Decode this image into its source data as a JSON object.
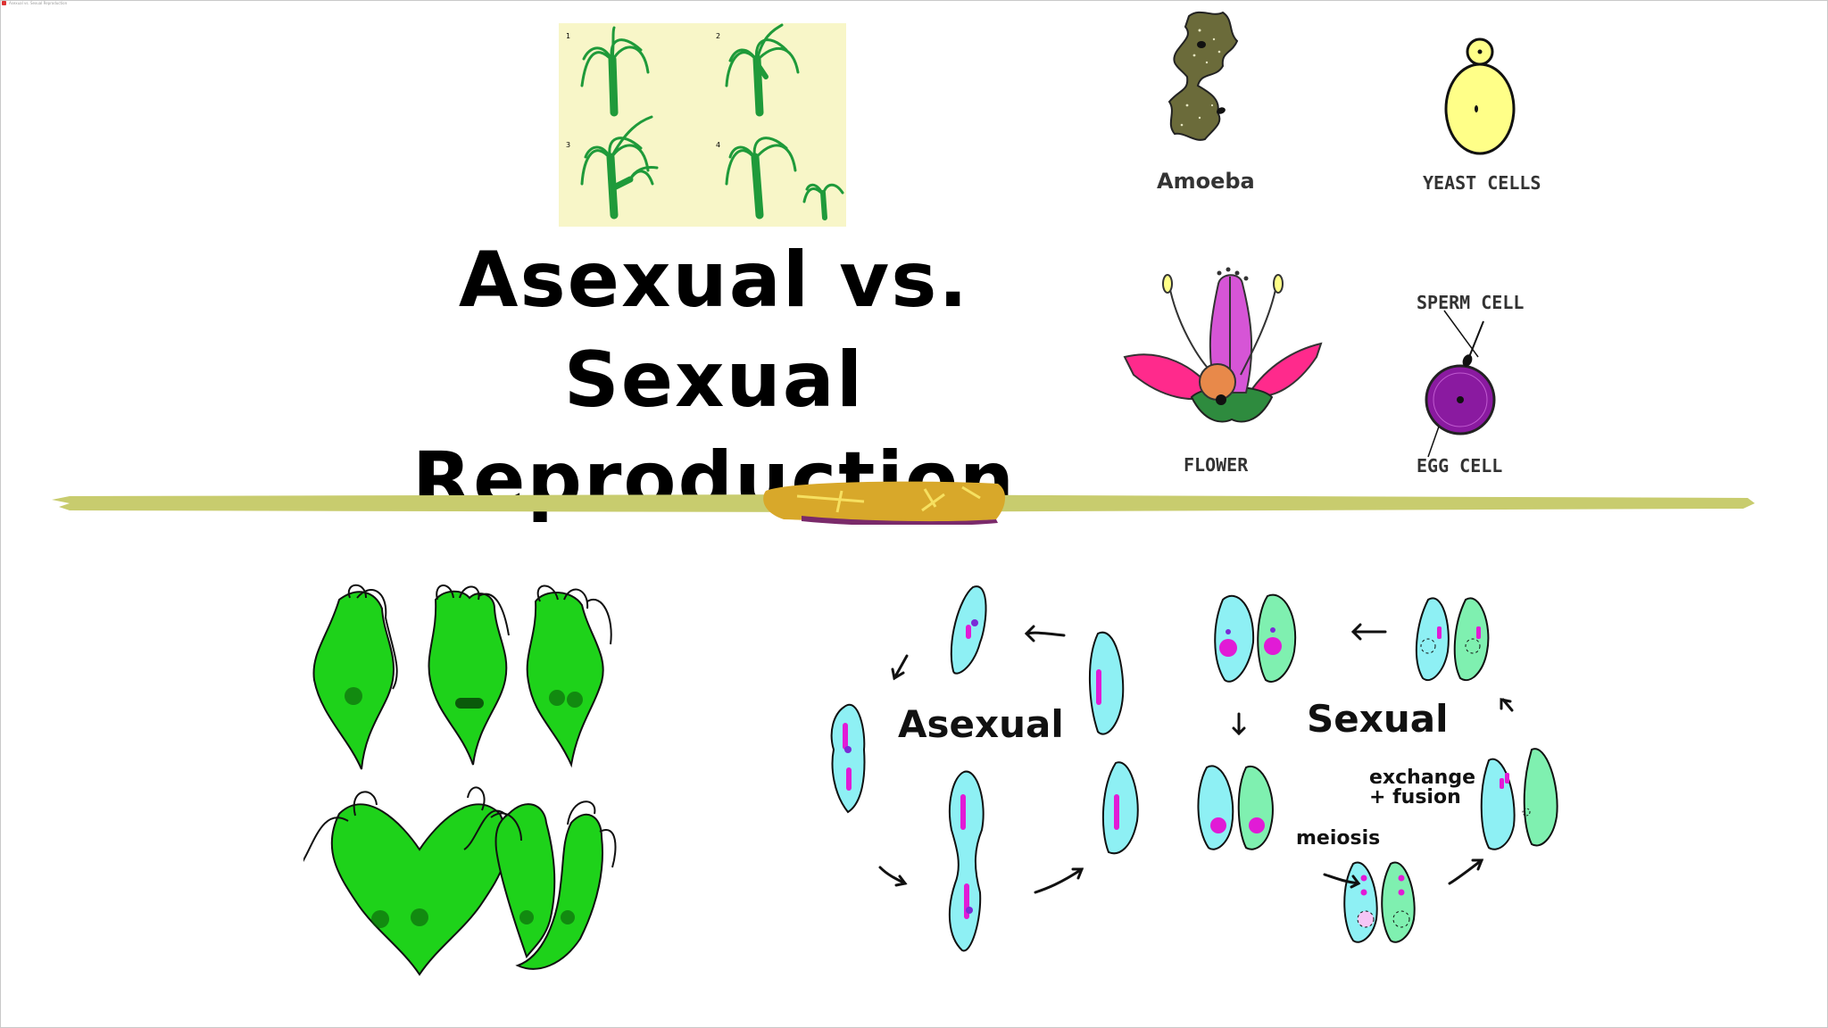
{
  "browser": {
    "tab_title": "Asexual vs. Sexual Reproduction"
  },
  "slide": {
    "title_line1": "Asexual vs. Sexual",
    "title_line2": "Reproduction"
  },
  "hydra_panel": {
    "frame_numbers": [
      "1",
      "2",
      "3",
      "4"
    ]
  },
  "organisms": {
    "amoeba": "Amoeba",
    "yeast": "YEAST CELLS",
    "flower": "FLOWER",
    "sperm": "SPERM CELL",
    "egg": "EGG CELL"
  },
  "cycle": {
    "asexual_label": "Asexual",
    "sexual_label": "Sexual",
    "exchange_label": "exchange",
    "fusion_label": "+ fusion",
    "meiosis_label": "meiosis"
  },
  "colors": {
    "divider": "#c8cc6e",
    "hydra_bg": "#f8f6c8",
    "hydra_green": "#1f9a3a",
    "chlamy_green": "#1ed21a",
    "cell_cyan": "#8ef0f4",
    "cell_green": "#7ff0b0",
    "magenta": "#e11bd6",
    "yeast_yellow": "#ffff88",
    "egg_purple": "#8a1aa0",
    "petal_pink": "#ff2a8c"
  }
}
